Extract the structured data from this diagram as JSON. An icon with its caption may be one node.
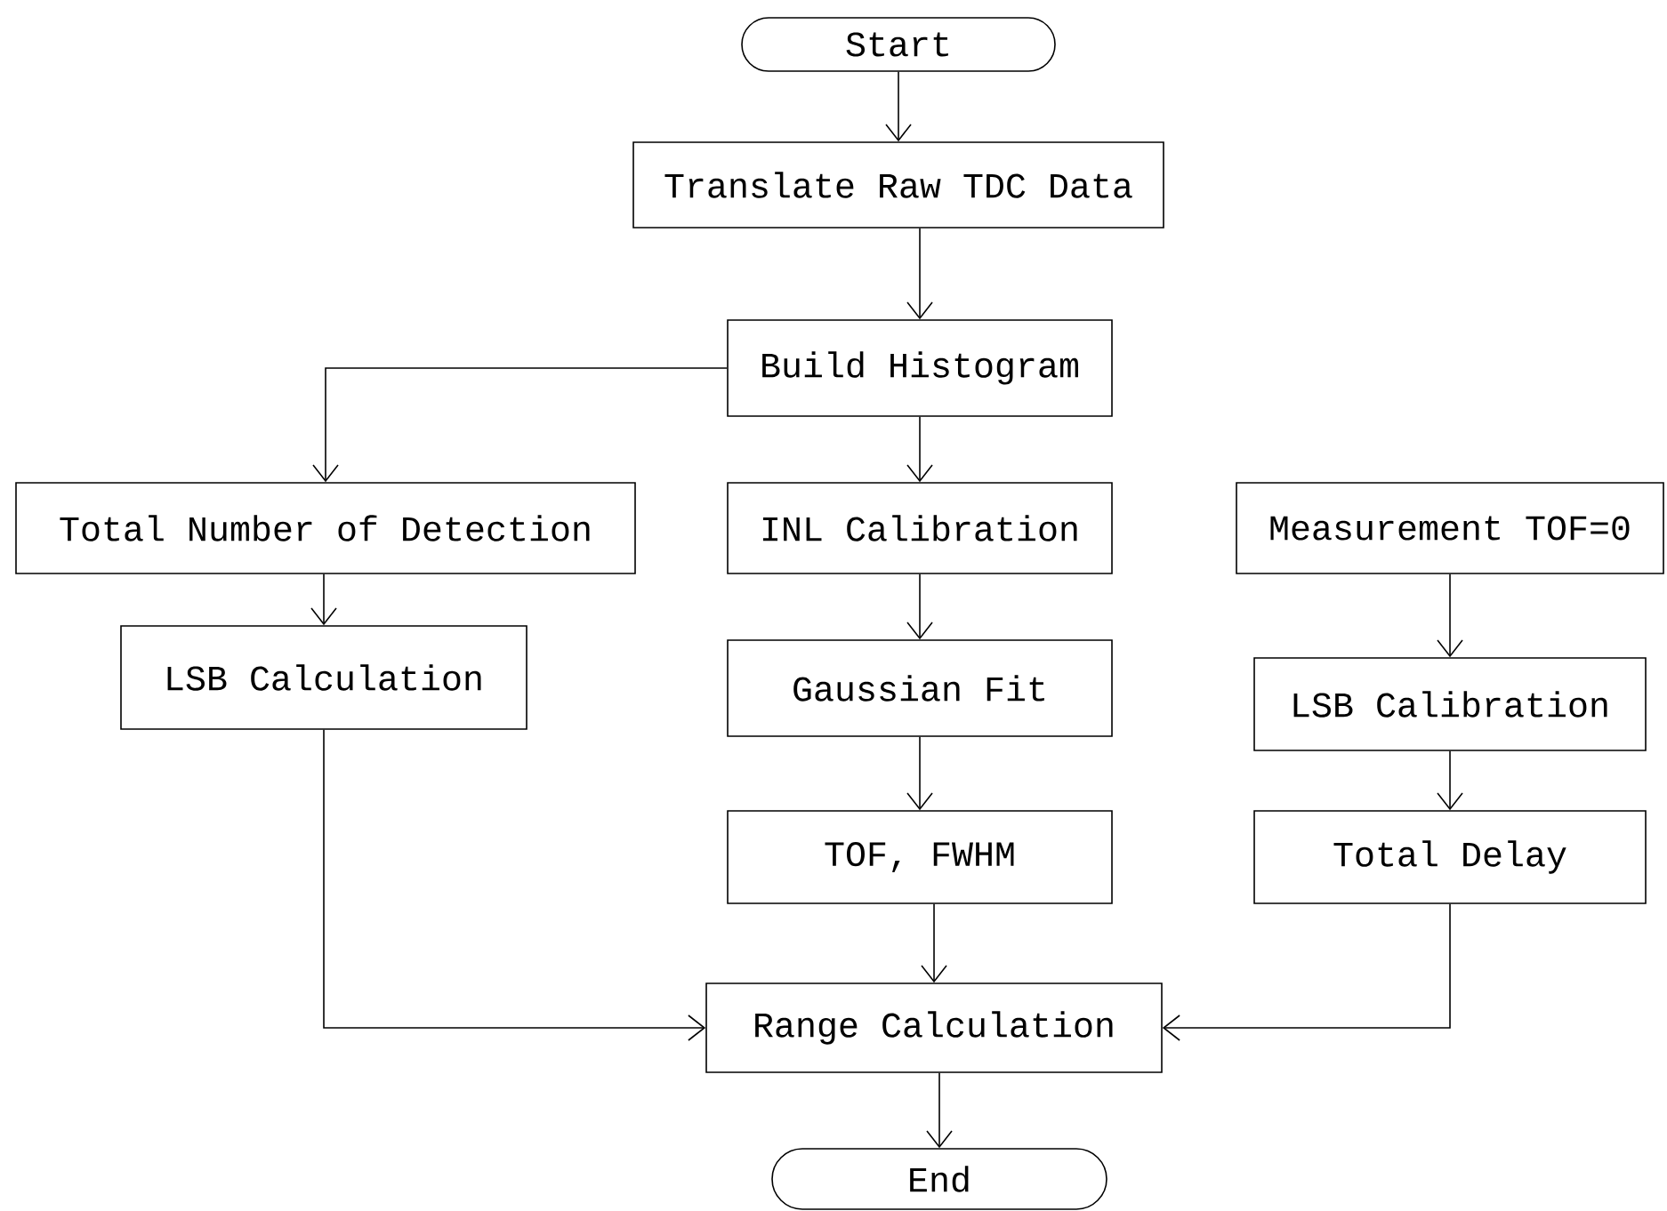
{
  "diagram": {
    "nodes": [
      {
        "text": [
          "Start"
        ]
      },
      {
        "text": [
          "Translate Raw TDC Data"
        ]
      },
      {
        "text": [
          "Build Histogram"
        ]
      },
      {
        "text": [
          "Total Number of Detection"
        ]
      },
      {
        "text": [
          "INL Calibration"
        ]
      },
      {
        "text": [
          "Measurement TOF=0"
        ]
      },
      {
        "text": [
          "LSB Calculation"
        ]
      },
      {
        "text": [
          "Gaussian Fit"
        ]
      },
      {
        "text": [
          "LSB Calibration"
        ]
      },
      {
        "text": [
          "TOF, FWHM"
        ]
      },
      {
        "text": [
          "Total Delay"
        ]
      },
      {
        "text": [
          "Range Calculation"
        ]
      },
      {
        "text": [
          "End"
        ]
      }
    ],
    "edges": [
      {
        "from": 0,
        "to": 1,
        "arrow": "to"
      },
      {
        "from": 1,
        "to": 2,
        "arrow": "to"
      },
      {
        "from": 2,
        "to": 3,
        "arrow": "to"
      },
      {
        "from": 2,
        "to": 4,
        "arrow": "to"
      },
      {
        "from": 3,
        "to": 6,
        "arrow": "to"
      },
      {
        "from": 4,
        "to": 7,
        "arrow": "to"
      },
      {
        "from": 7,
        "to": 9,
        "arrow": "to"
      },
      {
        "from": 5,
        "to": 8,
        "arrow": "to"
      },
      {
        "from": 8,
        "to": 10,
        "arrow": "to"
      },
      {
        "from": 6,
        "to": 11,
        "arrow": "to"
      },
      {
        "from": 9,
        "to": 11,
        "arrow": "to"
      },
      {
        "from": 10,
        "to": 11,
        "arrow": "to"
      },
      {
        "from": 11,
        "to": 12,
        "arrow": "to"
      }
    ]
  }
}
